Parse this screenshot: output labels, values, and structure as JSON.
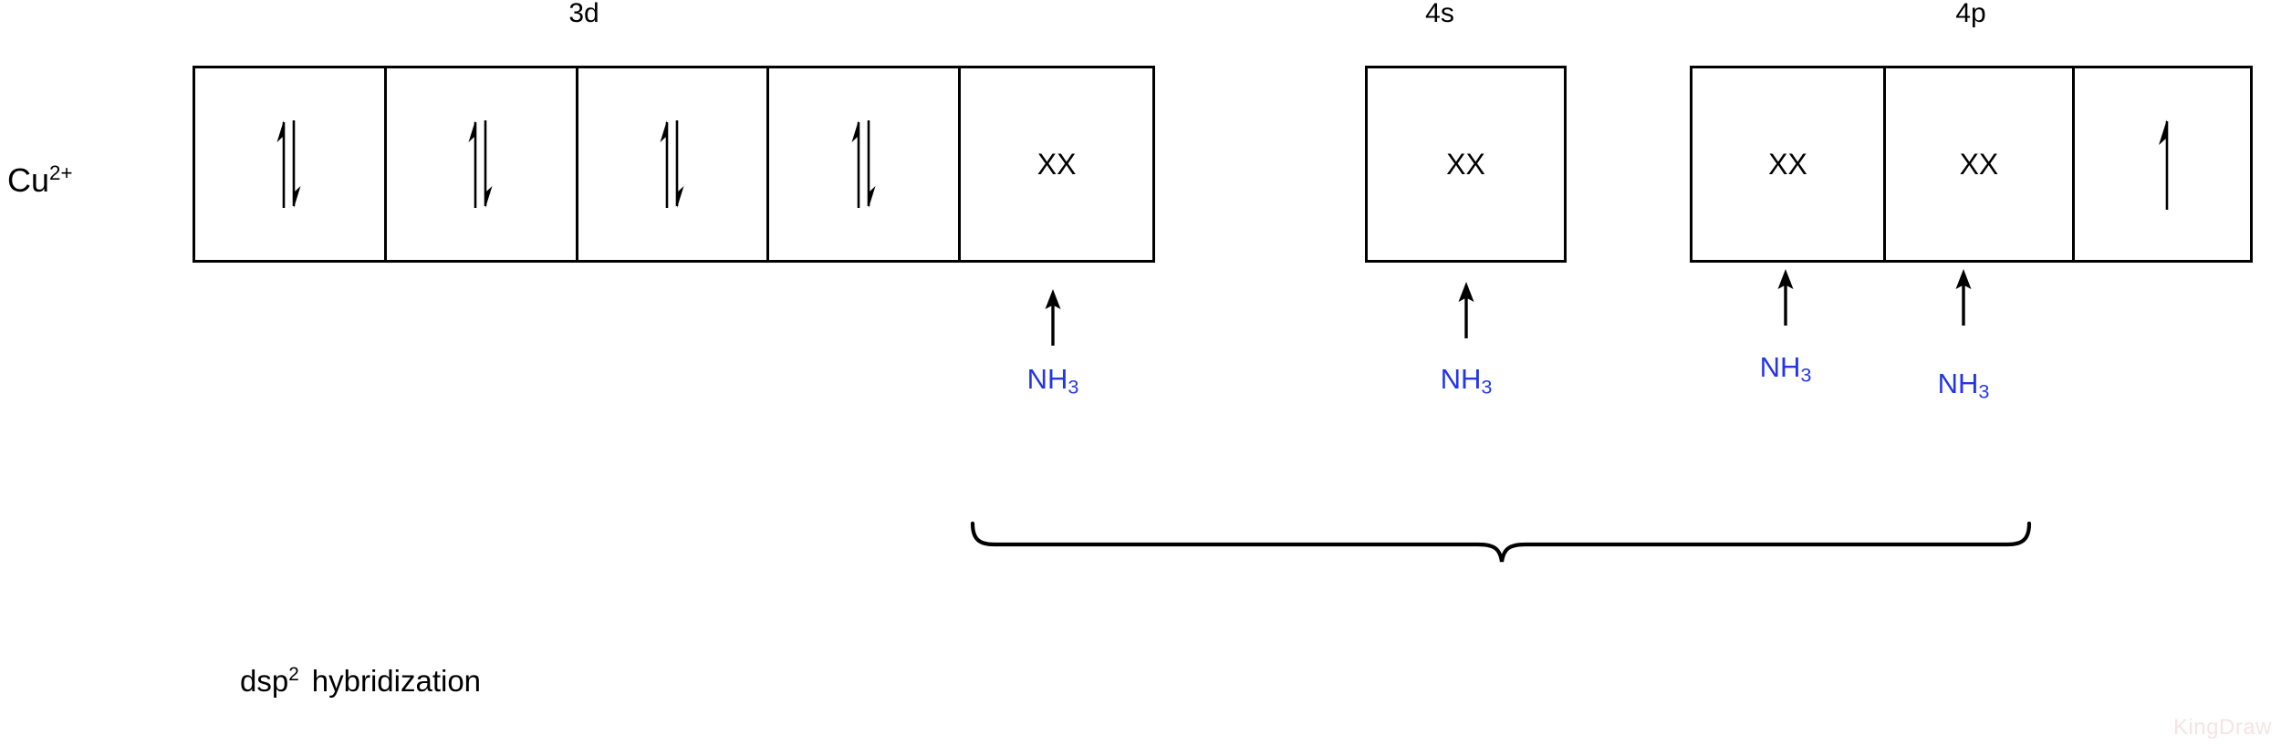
{
  "diagram": {
    "title_text": "dsp2 hybridization",
    "ion": {
      "symbol": "Cu",
      "charge": "2+"
    },
    "colors": {
      "ligand_blue": "#2435e8",
      "line_black": "#000000",
      "watermark_pink": "#f7e3e3",
      "background": "#ffffff"
    },
    "subshells": [
      {
        "id": "3d",
        "label": "3d",
        "boxes": [
          {
            "occupancy": "paired-electrons",
            "marker": ""
          },
          {
            "occupancy": "paired-electrons",
            "marker": ""
          },
          {
            "occupancy": "paired-electrons",
            "marker": ""
          },
          {
            "occupancy": "paired-electrons",
            "marker": ""
          },
          {
            "occupancy": "donated-pair",
            "marker": "XX"
          }
        ]
      },
      {
        "id": "4s",
        "label": "4s",
        "boxes": [
          {
            "occupancy": "donated-pair",
            "marker": "XX"
          }
        ]
      },
      {
        "id": "4p",
        "label": "4p",
        "boxes": [
          {
            "occupancy": "donated-pair",
            "marker": "XX"
          },
          {
            "occupancy": "donated-pair",
            "marker": "XX"
          },
          {
            "occupancy": "single-electron",
            "marker": ""
          }
        ]
      }
    ],
    "ligands": [
      {
        "formula": "NH",
        "subscript": "3",
        "target": "3d-box-5"
      },
      {
        "formula": "NH",
        "subscript": "3",
        "target": "4s-box-1"
      },
      {
        "formula": "NH",
        "subscript": "3",
        "target": "4p-box-1"
      },
      {
        "formula": "NH",
        "subscript": "3",
        "target": "4p-box-2"
      }
    ],
    "hybridization": {
      "base": "dsp",
      "exponent": "2",
      "word": "hybridization"
    },
    "watermark": "KingDraw"
  }
}
